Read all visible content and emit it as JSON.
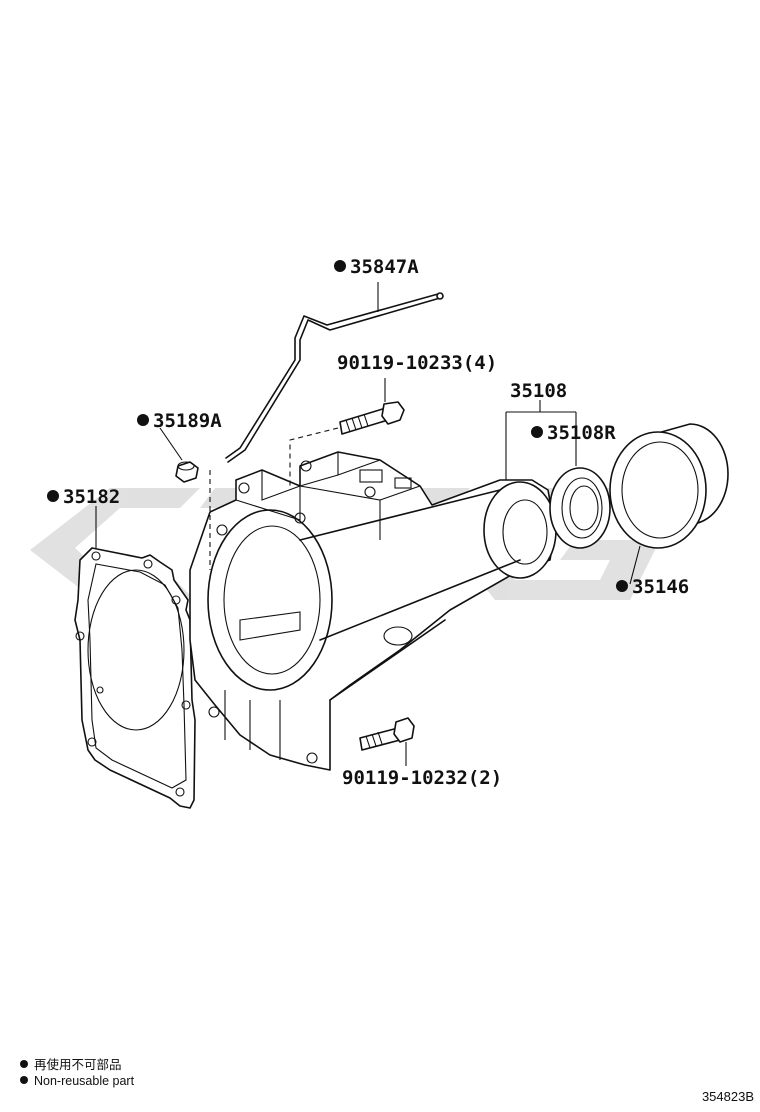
{
  "diagram": {
    "parts": [
      {
        "id": "p35847A",
        "number": "35847A",
        "non_reusable": true
      },
      {
        "id": "p90119_10233",
        "number": "90119-10233(4)",
        "non_reusable": false
      },
      {
        "id": "p35108",
        "number": "35108",
        "non_reusable": false
      },
      {
        "id": "p35108R",
        "number": "35108R",
        "non_reusable": true
      },
      {
        "id": "p35189A",
        "number": "35189A",
        "non_reusable": true
      },
      {
        "id": "p35182",
        "number": "35182",
        "non_reusable": true
      },
      {
        "id": "p35146",
        "number": "35146",
        "non_reusable": true
      },
      {
        "id": "p90119_10232",
        "number": "90119-10232(2)",
        "non_reusable": false
      }
    ],
    "legend": {
      "line1": "再使用不可部品",
      "line2": "Non-reusable part"
    },
    "figure_id": "354823B",
    "watermark_color": "#c8c8c8"
  }
}
